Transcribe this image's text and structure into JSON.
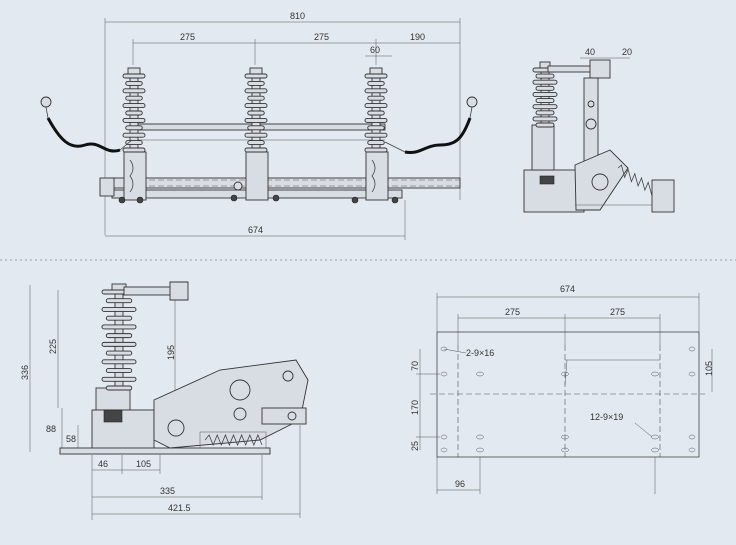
{
  "front_view": {
    "dims": {
      "overall_top": "810",
      "pitch_left": "275",
      "pitch_right": "275",
      "contact_width": "60",
      "right_offset": "190",
      "base_width": "674"
    }
  },
  "side_view_top": {
    "dims": {
      "arm": "40",
      "offset": "20"
    }
  },
  "side_view_detail": {
    "dims": {
      "height_total": "336",
      "insulator_height": "225",
      "arm_height": "195",
      "base_height": "88",
      "base_sub": "58",
      "foot": "46",
      "center": "105",
      "depth": "335",
      "length": "421.5"
    }
  },
  "plan_view": {
    "dims": {
      "overall": "674",
      "pitch_left": "275",
      "pitch_right": "275",
      "top_row": "70",
      "middle": "170",
      "bottom_row": "25",
      "right_offset": "105",
      "left_offset": "96"
    },
    "notes": {
      "holes_small": "2-9×16",
      "holes_large": "12-9×19"
    }
  }
}
